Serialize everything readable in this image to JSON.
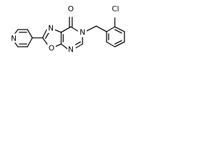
{
  "atoms": {
    "carbonyl_oxygen": "O",
    "cl": "Cl",
    "n_amide": "N",
    "n_pyrimidine": "N",
    "n_oxazole": "N",
    "o_oxazole": "O",
    "n_pyridine": "N"
  }
}
